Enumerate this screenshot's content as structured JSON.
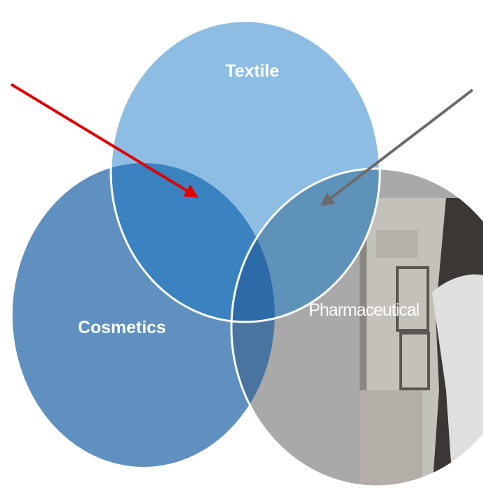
{
  "diagram": {
    "circles": [
      {
        "name": "textile",
        "label": "Textile",
        "color": "#8ebde3"
      },
      {
        "name": "cosmetics",
        "label": "Cosmetics",
        "color": "#5f90c0"
      },
      {
        "name": "pharmaceutical",
        "label": "Pharmaceutical",
        "color": "#a9a9a9"
      }
    ],
    "overlap_colors": {
      "textile_cosmetics": "#3a82c0",
      "textile_pharmaceutical": "#5f92b9",
      "cosmetics_pharmaceutical": "#4a74a0",
      "center": "#2d6aa8"
    },
    "arrows": [
      {
        "name": "red-arrow",
        "color": "#e00000"
      },
      {
        "name": "gray-arrow",
        "color": "#6b6b6b"
      }
    ],
    "photo_colors": {
      "wall": "#c4c1bb",
      "dark": "#3b3735",
      "coat": "#dfe0dd"
    }
  }
}
